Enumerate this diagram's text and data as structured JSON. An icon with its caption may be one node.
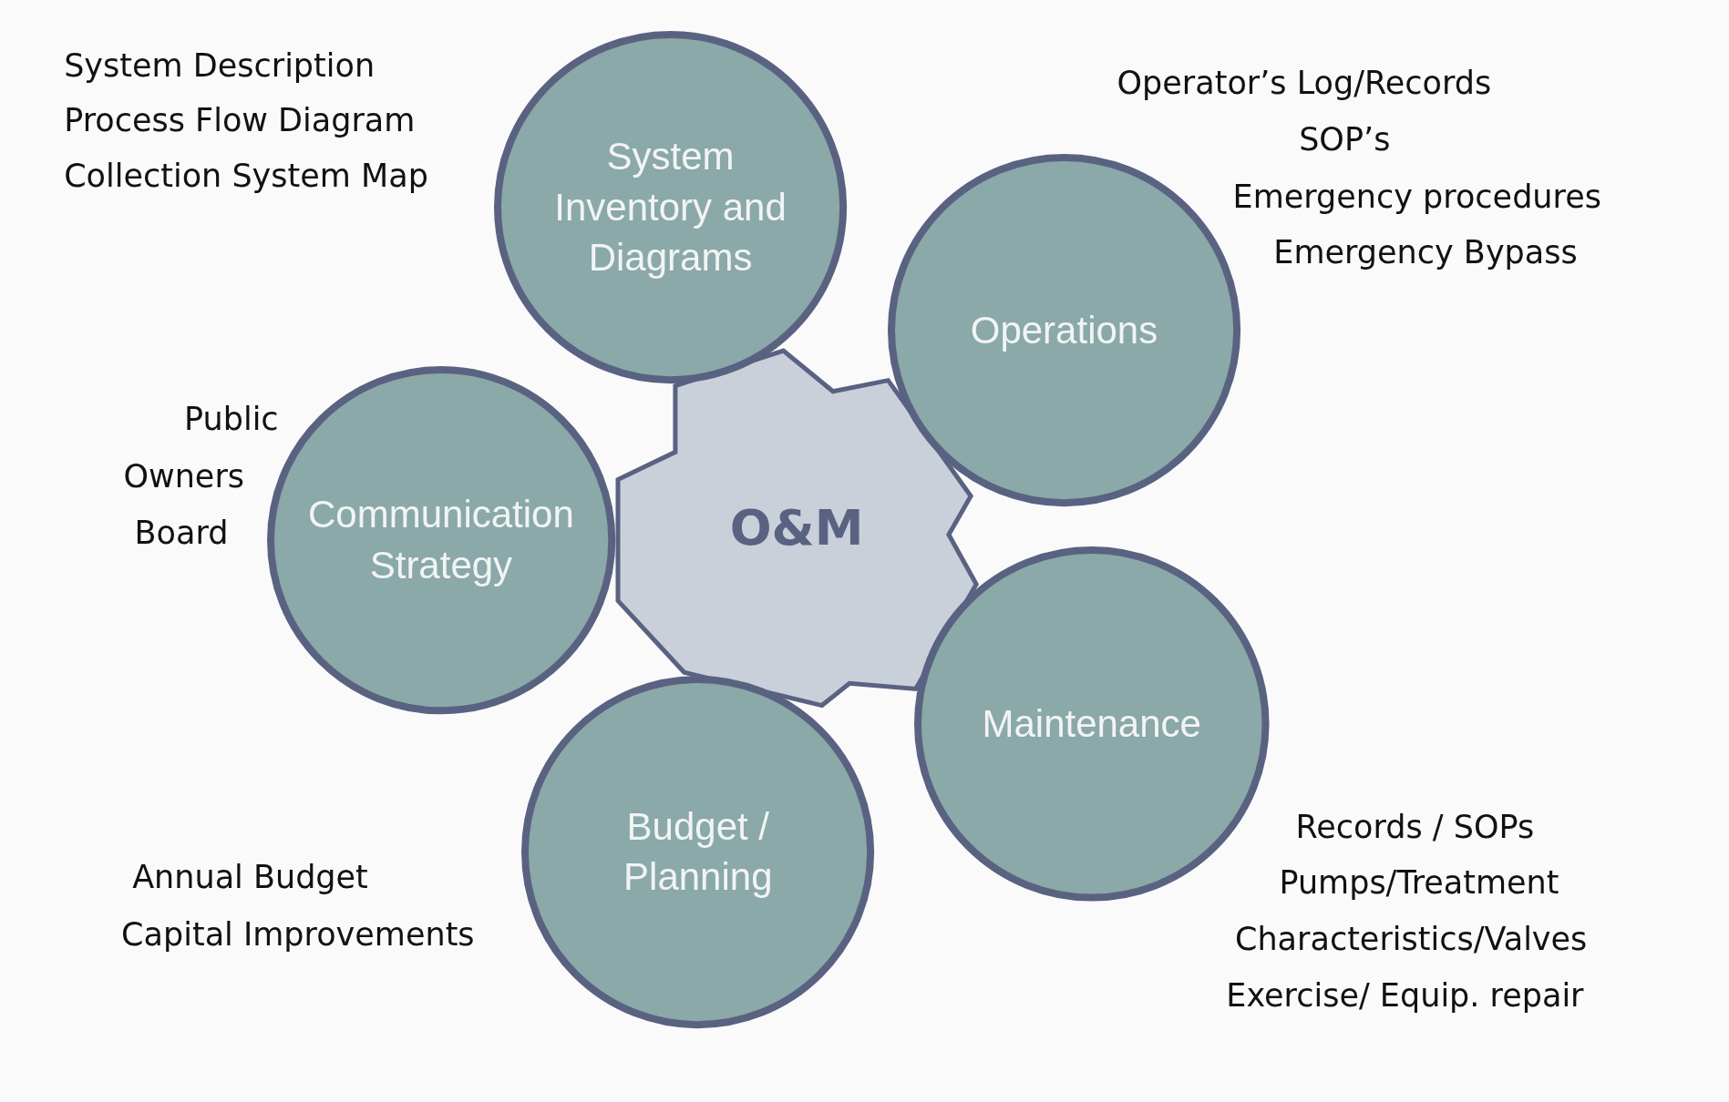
{
  "diagram": {
    "nodes": [
      {
        "text": [
          "O&M"
        ]
      },
      {
        "text": [
          "System Inventory and Diagrams"
        ],
        "beside": [
          "System Description",
          "Process Flow Diagram",
          "Collection System Map"
        ]
      },
      {
        "text": [
          "Operations"
        ],
        "beside": [
          "Operator’s  Log/Records",
          "SOP’s",
          "Emergency procedures",
          "Emergency Bypass"
        ]
      },
      {
        "text": [
          "Communication Strategy"
        ],
        "beside": [
          "Public",
          "Owners",
          "Board"
        ]
      },
      {
        "text": [
          "Budget / Planning"
        ],
        "beside": [
          "Annual Budget",
          "Capital Improvements"
        ]
      },
      {
        "text": [
          "Maintenance"
        ],
        "beside": [
          "Records / SOPs",
          "Pumps/Treatment",
          "Characteristics/Valves",
          "Exercise/ Equip. repair"
        ]
      }
    ]
  }
}
